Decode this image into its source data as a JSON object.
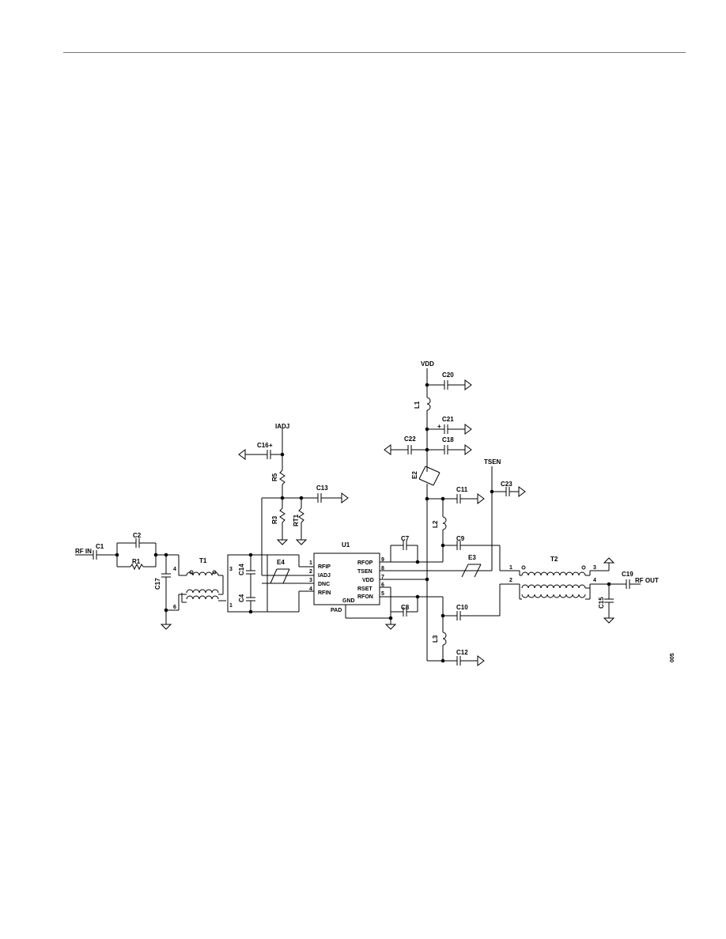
{
  "page": {
    "figure_id": "005"
  },
  "colors": {
    "ink": "#000000",
    "rule": "#777777",
    "background": "#ffffff"
  },
  "schematic": {
    "ports": {
      "rf_in": "RF IN",
      "rf_out": "RF OUT",
      "vdd": "VDD",
      "iadj": "IADJ",
      "tsen": "TSEN"
    },
    "components": {
      "c1": "C1",
      "c2": "C2",
      "r1": "R1",
      "c17": "C17",
      "t1": "T1",
      "c14": "C14",
      "c4": "C4",
      "e4": "E4",
      "c16": "C16",
      "r5": "R5",
      "r3": "R3",
      "rt1": "RT1",
      "c13": "C13",
      "u1": "U1",
      "c7": "C7",
      "c8": "C8",
      "c20": "C20",
      "l1": "L1",
      "c21": "C21",
      "c22": "C22",
      "c18": "C18",
      "e2": "E2",
      "c11": "C11",
      "l2": "L2",
      "c9": "C9",
      "e3": "E3",
      "c10": "C10",
      "l3": "L3",
      "c12": "C12",
      "c23": "C23",
      "t2": "T2",
      "c19": "C19",
      "c15": "C15"
    },
    "u1_pins": {
      "rfip": "RFIP",
      "iadj": "IADJ",
      "dnc": "DNC",
      "rfin": "RFIN",
      "rfop": "RFOP",
      "tsen": "TSEN",
      "vdd": "VDD",
      "rset": "RSET",
      "rfon": "RFON",
      "gnd": "GND",
      "pad": "PAD"
    },
    "pin_numbers": {
      "u1_1": "1",
      "u1_2": "2",
      "u1_3": "3",
      "u1_4": "4",
      "u1_9a": "9",
      "u1_8": "8",
      "u1_7": "7",
      "u1_6": "6",
      "u1_5": "5",
      "t1_4": "4",
      "t1_6": "6",
      "t1_3": "3",
      "t1_1": "1",
      "t2_1": "1",
      "t2_2": "2",
      "t2_3": "3",
      "t2_4": "4"
    }
  }
}
